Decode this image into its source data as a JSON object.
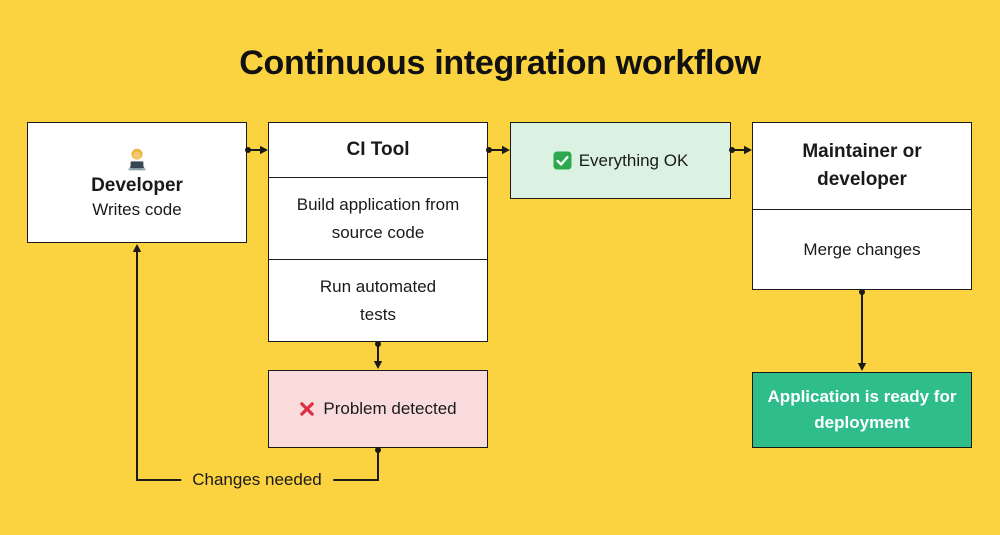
{
  "title": "Continuous integration workflow",
  "colors": {
    "background": "#FBD340",
    "box_bg": "#FFFFFF",
    "ok_bg": "#DBF2E3",
    "problem_bg": "#FADBDB",
    "deploy_bg": "#2FBE8B",
    "border": "#1A1A1A",
    "text": "#1A1A1A",
    "deploy_text": "#FFFFFF"
  },
  "nodes": {
    "developer": {
      "icon": "woman-technologist-emoji",
      "title": "Developer",
      "subtitle": "Writes code"
    },
    "ci_tool": {
      "title": "CI Tool",
      "steps": [
        "Build application from source code",
        "Run automated tests"
      ]
    },
    "everything_ok": {
      "icon": "check-mark-button-emoji",
      "label": "Everything OK"
    },
    "maintainer": {
      "title": "Maintainer or developer",
      "subtitle": "Merge changes"
    },
    "problem": {
      "icon": "cross-mark-emoji",
      "label": "Problem detected"
    },
    "deployment": {
      "label": "Application is ready for deployment"
    },
    "feedback_label": "Changes needed"
  }
}
